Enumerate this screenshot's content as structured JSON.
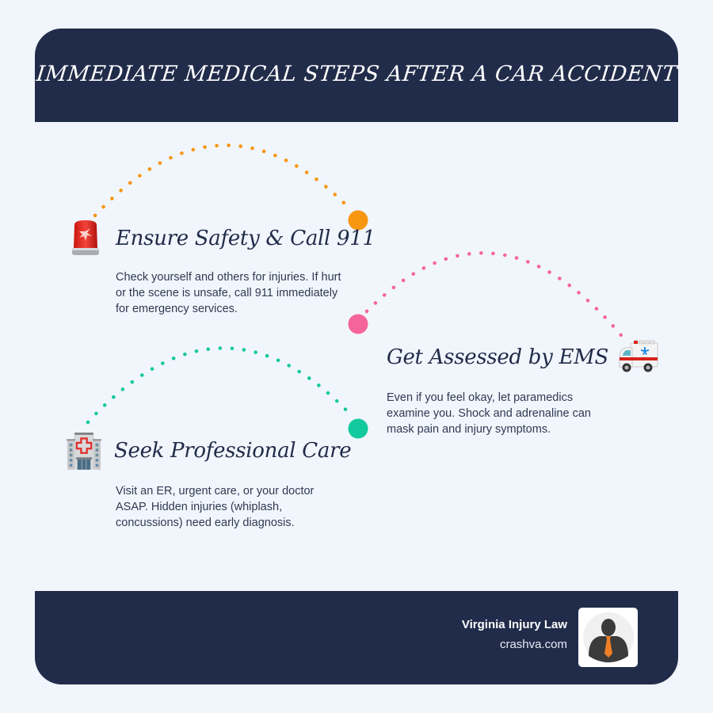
{
  "header": {
    "title": "Immediate Medical Steps After a Car Accident"
  },
  "colors": {
    "navy": "#212c4a",
    "background": "#f1f5fc",
    "orange": "#f7960f",
    "pink": "#f5649c",
    "teal": "#13c99e"
  },
  "steps": [
    {
      "icon": "police-siren-icon",
      "title": "Ensure Safety & Call 911",
      "description": "Check yourself and others for injuries. If hurt or the scene is unsafe, call 911 immediately for emergency services.",
      "accent": "#f7960f"
    },
    {
      "icon": "ambulance-icon",
      "title": "Get Assessed by EMS",
      "description": "Even if you feel okay, let paramedics examine you. Shock and adrenaline can mask pain and injury symptoms.",
      "accent": "#f5649c"
    },
    {
      "icon": "hospital-icon",
      "title": "Seek Professional Care",
      "description": "Visit an ER, urgent care, or your doctor ASAP. Hidden injuries (whiplash, concussions) need early diagnosis.",
      "accent": "#13c99e"
    }
  ],
  "footer": {
    "brand_name": "Virginia Injury Law",
    "website": "crashva.com",
    "avatar_icon": "lawyer-avatar-icon"
  }
}
